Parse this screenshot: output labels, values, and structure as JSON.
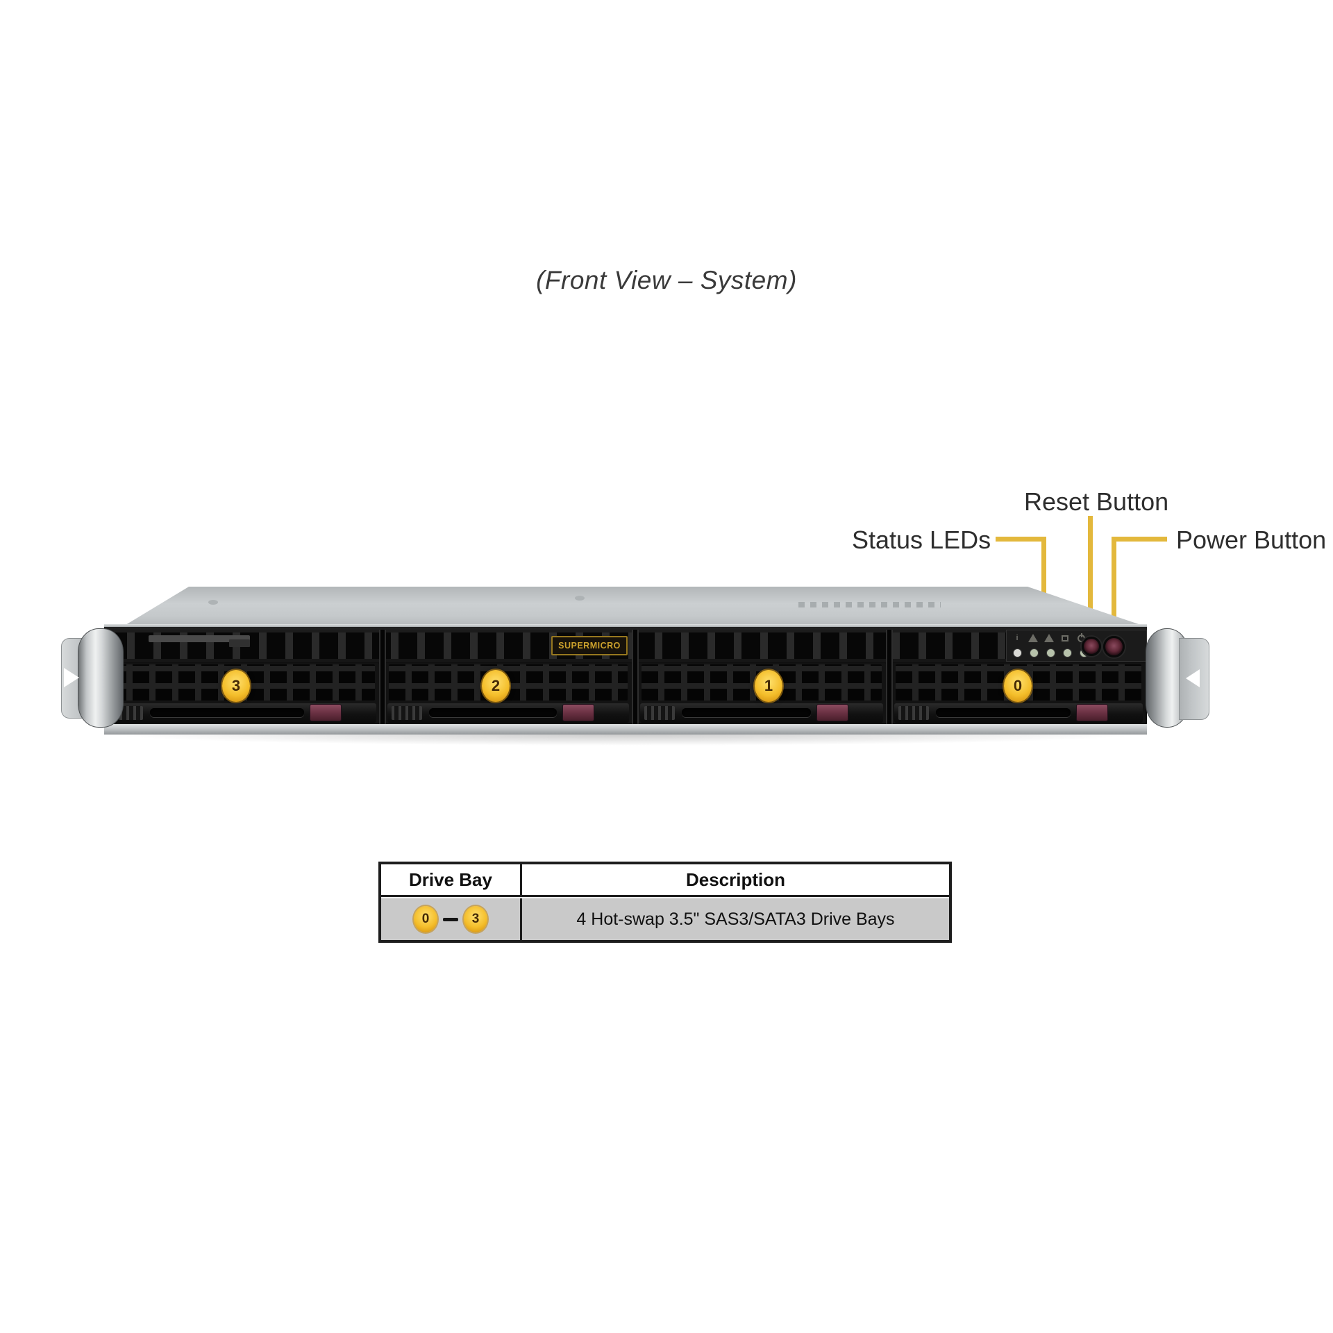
{
  "title": "(Front View – System)",
  "callouts": {
    "status_leds": "Status LEDs",
    "reset_button": "Reset Button",
    "power_button": "Power Button"
  },
  "chassis": {
    "brand_logo": "SUPERMICRO",
    "bays": [
      {
        "number": "3"
      },
      {
        "number": "2"
      },
      {
        "number": "1"
      },
      {
        "number": "0"
      }
    ]
  },
  "table": {
    "headers": [
      "Drive Bay",
      "Description"
    ],
    "row": {
      "bay_range_start": "0",
      "bay_range_end": "3",
      "description": "4 Hot-swap 3.5\" SAS3/SATA3 Drive Bays"
    }
  },
  "colors": {
    "callout_line": "#E3B83C",
    "badge_fill": "#F4BE2B",
    "latch_maroon": "#6B3143",
    "table_row_bg": "#C9C9C9"
  }
}
